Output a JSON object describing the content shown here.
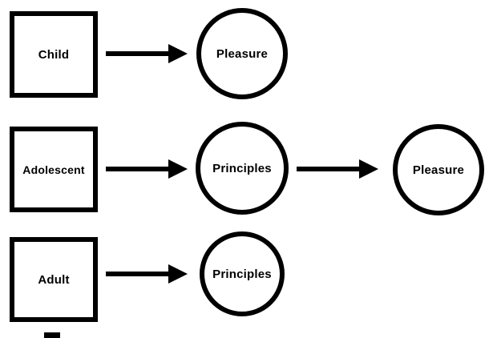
{
  "diagram": {
    "colors": {
      "stroke": "#000000",
      "background": "#ffffff"
    },
    "rows": [
      {
        "stage": "Child",
        "nodes": [
          "Pleasure"
        ]
      },
      {
        "stage": "Adolescent",
        "nodes": [
          "Principles",
          "Pleasure"
        ]
      },
      {
        "stage": "Adult",
        "nodes": [
          "Principles"
        ]
      }
    ]
  }
}
